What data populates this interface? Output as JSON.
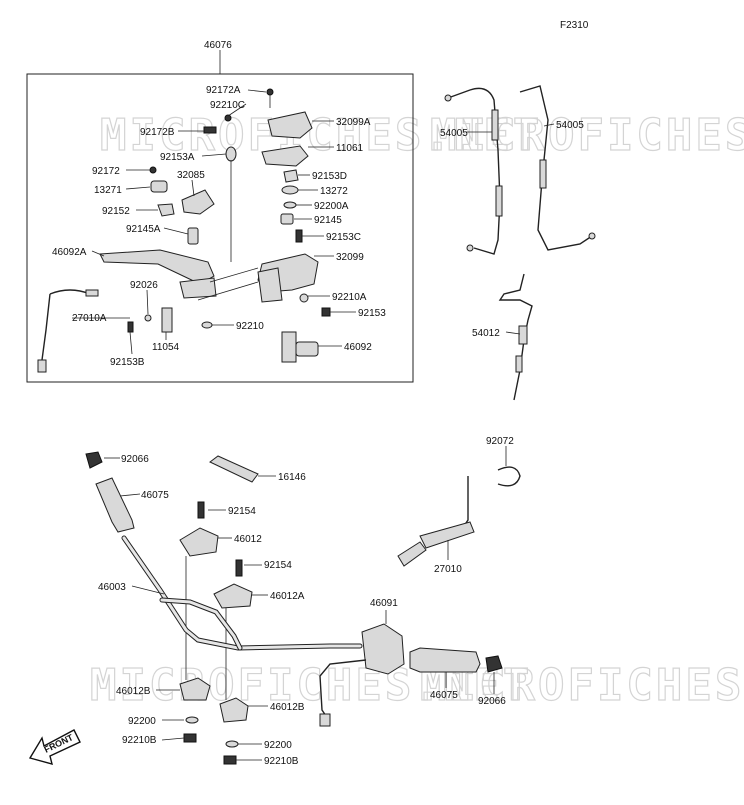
{
  "figure_code": "F2310",
  "watermark": "MICROFICHES.NET",
  "front_label": "FRONT",
  "parts": {
    "p46076": "46076",
    "p92172A": "92172A",
    "p92210C": "92210C",
    "p32099A": "32099A",
    "p92172B": "92172B",
    "p11061": "11061",
    "p92153A": "92153A",
    "p92172": "92172",
    "p32085": "32085",
    "p92153D": "92153D",
    "p13271": "13271",
    "p13272": "13272",
    "p92152": "92152",
    "p92200A": "92200A",
    "p92145": "92145",
    "p92145A": "92145A",
    "p92153C": "92153C",
    "p46092A": "46092A",
    "p32099": "32099",
    "p92026": "92026",
    "p92210A": "92210A",
    "p27010A": "27010A",
    "p92153": "92153",
    "p92210": "92210",
    "p11054": "11054",
    "p46092": "46092",
    "p92153B": "92153B",
    "p54005a": "54005",
    "p54005b": "54005",
    "p54012": "54012",
    "p92066a": "92066",
    "p16146": "16146",
    "p92072": "92072",
    "p46075a": "46075",
    "p92154a": "92154",
    "p46012": "46012",
    "p27010": "27010",
    "p92154b": "92154",
    "p46003": "46003",
    "p46012A": "46012A",
    "p46091": "46091",
    "p46012Ba": "46012B",
    "p46012Bb": "46012B",
    "p46075b": "46075",
    "p92066b": "92066",
    "p92200a": "92200",
    "p92210Ba": "92210B",
    "p92200b": "92200",
    "p92210Bb": "92210B"
  }
}
